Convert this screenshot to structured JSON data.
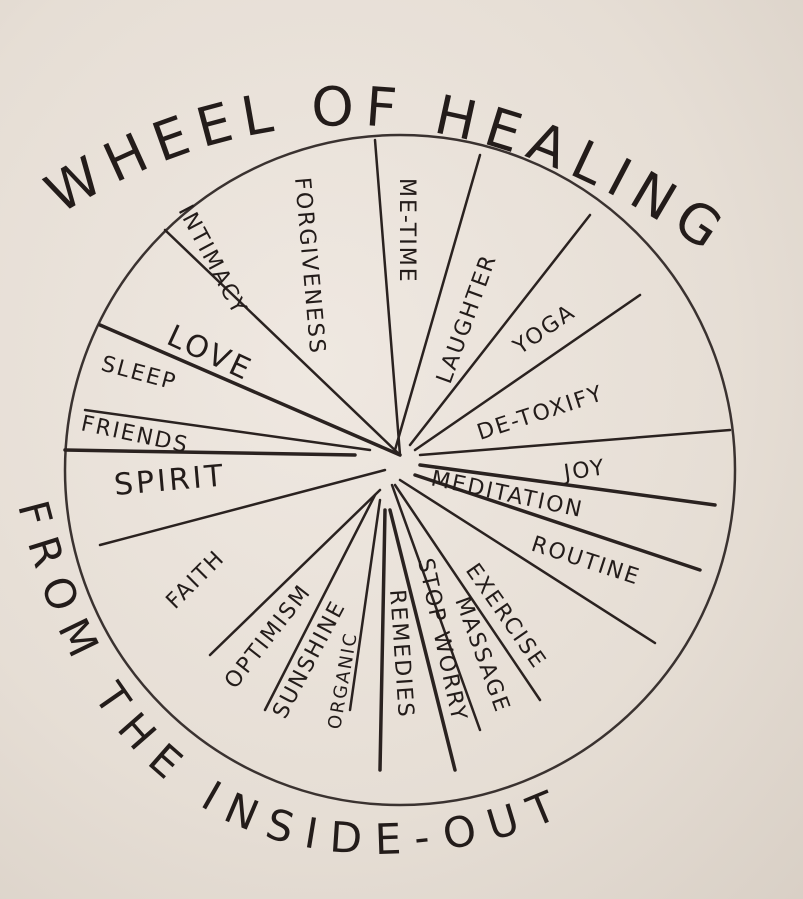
{
  "title": "WHEEL OF HEALING",
  "subtitle": "FROM THE INSIDE-OUT",
  "segments": {
    "love": "LOVE",
    "intimacy": "INTIMACY",
    "forgiveness": "FORGIVENESS",
    "me_time": "ME-TIME",
    "laughter": "LAUGHTER",
    "yoga": "YOGA",
    "detoxify": "DE-TOXIFY",
    "joy": "JOY",
    "meditation": "MEDITATION",
    "routine": "ROUTINE",
    "exercise": "EXERCISE",
    "massage": "MASSAGE",
    "stop_worry": "STOP WORRY",
    "remedies": "REMEDIES",
    "organic": "ORGANIC",
    "sunshine": "SUNSHINE",
    "optimism": "OPTIMISM",
    "faith": "FAITH",
    "spirit": "SPIRIT",
    "friends": "FRIENDS",
    "sleep": "SLEEP"
  },
  "ink_color": "#231c1a"
}
